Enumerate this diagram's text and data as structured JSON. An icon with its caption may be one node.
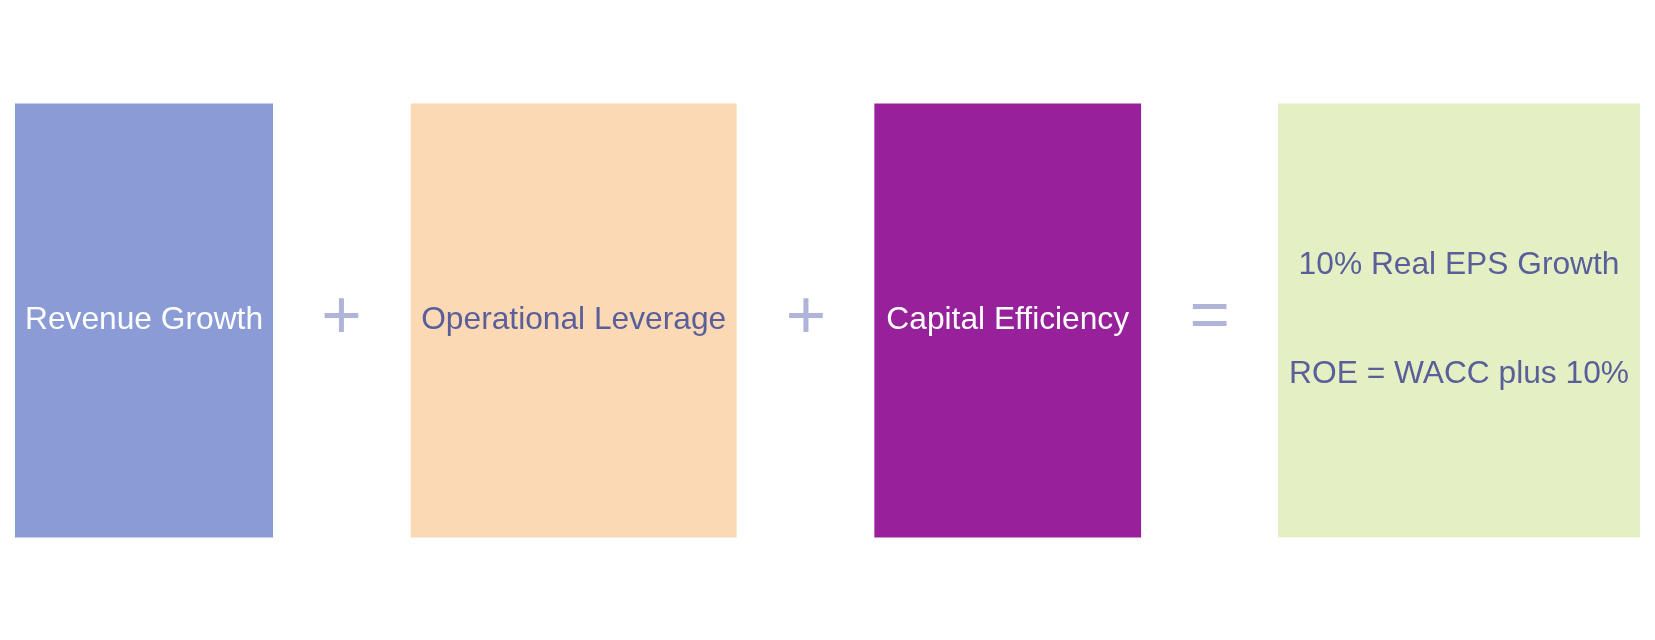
{
  "diagram": {
    "nodes": [
      {
        "text": [
          "Revenue Growth"
        ]
      },
      {
        "text": [
          "Operational Leverage"
        ]
      },
      {
        "text": [
          "Capital Efficiency"
        ]
      },
      {
        "text": [
          "10% Real EPS Growth",
          "ROE = WACC plus 10%"
        ]
      }
    ],
    "edges": [],
    "labels": [
      "+",
      "+",
      "="
    ]
  }
}
